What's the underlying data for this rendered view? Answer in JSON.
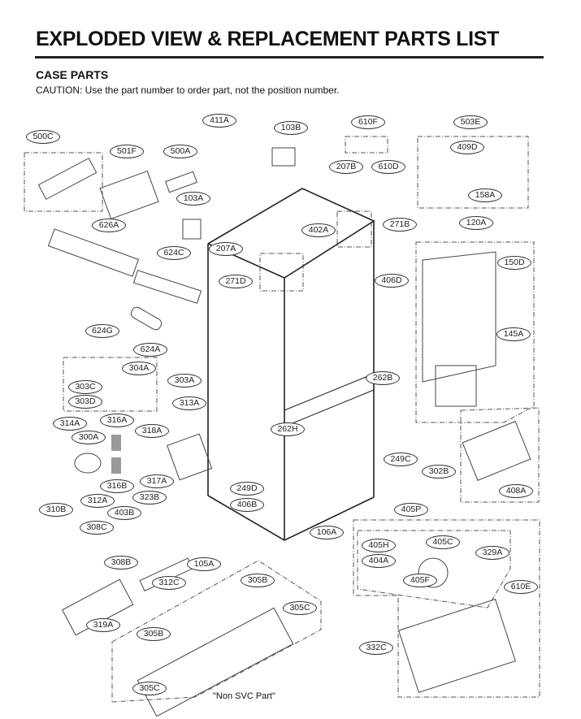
{
  "header": {
    "title": "EXPLODED VIEW & REPLACEMENT PARTS LIST",
    "section": "CASE PARTS",
    "caution": "CAUTION: Use the part number to order part, not the position number."
  },
  "labels": [
    "500C",
    "501F",
    "500A",
    "411A",
    "103B",
    "610F",
    "503E",
    "409D",
    "207B",
    "610D",
    "158A",
    "103A",
    "120A",
    "626A",
    "402A",
    "271B",
    "207A",
    "624C",
    "150D",
    "271D",
    "406D",
    "624G",
    "145A",
    "624A",
    "304A",
    "303A",
    "303C",
    "303D",
    "313A",
    "262B",
    "314A",
    "316A",
    "318A",
    "300A",
    "262H",
    "249C",
    "316B",
    "317A",
    "302B",
    "323B",
    "312A",
    "249D",
    "408A",
    "310B",
    "406B",
    "403B",
    "405P",
    "308C",
    "106A",
    "405H",
    "405C",
    "404A",
    "329A",
    "308B",
    "105A",
    "405F",
    "305B",
    "312C",
    "610E",
    "305C",
    "319A",
    "305B",
    "332C",
    "305C"
  ],
  "note": "\"Non SVC Part\""
}
